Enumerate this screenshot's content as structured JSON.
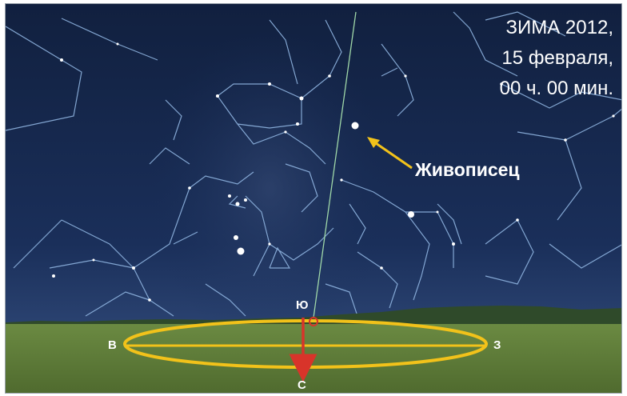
{
  "caption": {
    "line1": "ЗИМА 2012,",
    "line2": "15 февраля,",
    "line3": "00 ч. 00 мин."
  },
  "pointer_label": "Живописец",
  "directions": {
    "south": "Ю",
    "east": "В",
    "west": "З",
    "north": "С"
  },
  "colors": {
    "sky": "#132347",
    "ground": "#5f7a3a",
    "horizon_ellipse": "#f2c21a",
    "arrow": "#d8342a",
    "constellation_lines": "#8fb4e0",
    "meridian": "#9fd7a8"
  }
}
